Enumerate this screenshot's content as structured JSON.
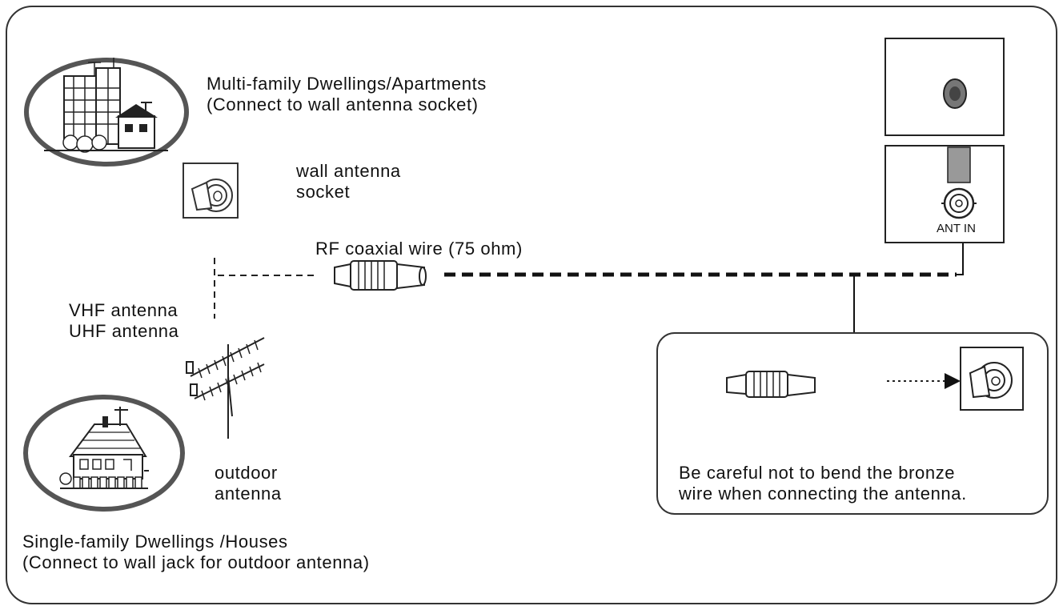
{
  "labels": {
    "apartments": [
      "Multi-family Dwellings/Apartments",
      "(Connect to wall antenna socket)"
    ],
    "wall_socket": [
      "wall antenna",
      "socket"
    ],
    "rf_wire": "RF coaxial wire (75 ohm)",
    "vhf_uhf": [
      "VHF antenna",
      "UHF antenna"
    ],
    "outdoor": [
      "outdoor",
      "antenna"
    ],
    "houses": [
      "Single-family Dwellings /Houses",
      "(Connect to wall jack for outdoor antenna)"
    ],
    "ant_in": "ANT IN",
    "caution": [
      "Be careful not to bend the bronze",
      "wire when connecting the antenna."
    ]
  },
  "icons": [
    "apartment-building-icon",
    "wall-antenna-socket-icon",
    "coaxial-plug-icon",
    "outdoor-antenna-icon",
    "house-icon",
    "tv-panel-icon",
    "ant-in-jack-icon",
    "plug-connector-icon",
    "wall-socket-icon",
    "arrow-icon"
  ]
}
